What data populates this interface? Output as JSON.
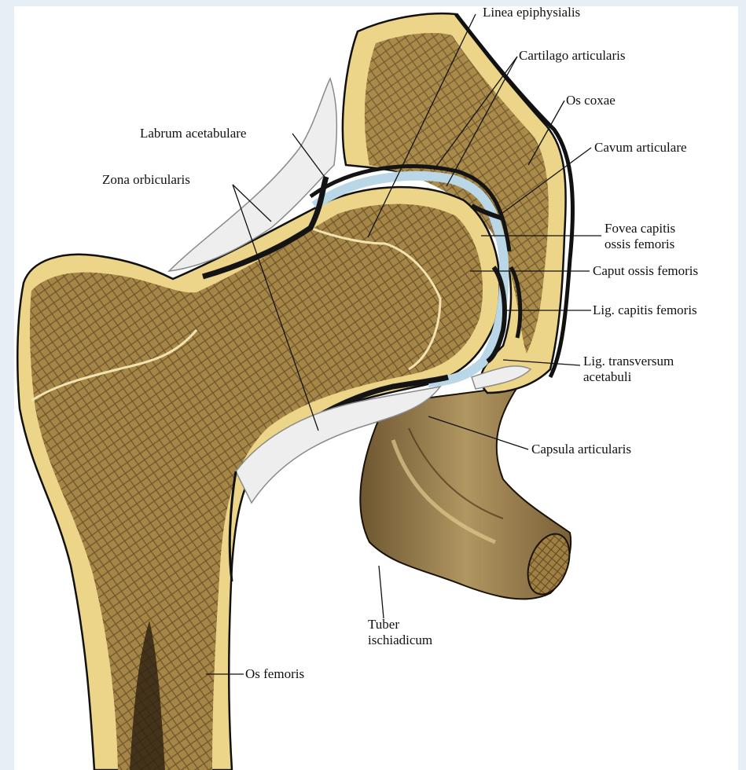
{
  "colors": {
    "background": "#e6eff6",
    "bone_cortex": "#ecd588",
    "cancellous_bone": "#a58646",
    "trabecular_dark": "#5a4322",
    "cartilage": "#b9d7e6",
    "capsule": "#eeeeee",
    "joint_cavity": "#141414",
    "ischium": "#8e7344",
    "leader_line": "#111111"
  },
  "labels": {
    "linea_epiphysialis": "Linea epiphysialis",
    "cartilago_articularis": "Cartilago articularis",
    "os_coxae": "Os coxae",
    "cavum_articulare": "Cavum articulare",
    "labrum_acetabulare": "Labrum acetabulare",
    "zona_orbicularis": "Zona orbicularis",
    "fovea_capitis_1": "Fovea capitis",
    "fovea_capitis_2": "ossis femoris",
    "caput_ossis_femoris": "Caput ossis femoris",
    "lig_capitis_femoris": "Lig. capitis femoris",
    "lig_transversum_1": "Lig. transversum",
    "lig_transversum_2": "acetabuli",
    "capsula_articularis": "Capsula articularis",
    "tuber_ischiadicum_1": "Tuber",
    "tuber_ischiadicum_2": "ischiadicum",
    "os_femoris": "Os femoris"
  }
}
